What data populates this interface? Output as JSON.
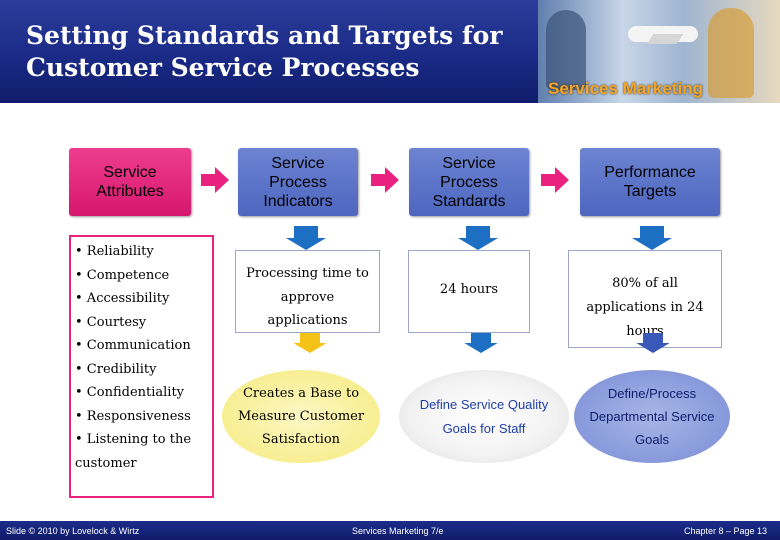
{
  "header": {
    "title_line1": "Setting Standards and Targets for",
    "title_line2": "Customer Service Processes",
    "brand": "Services Marketing"
  },
  "columns": {
    "attributes": {
      "label_line1": "Service",
      "label_line2": "Attributes"
    },
    "indicators": {
      "label_line1": "Service",
      "label_line2": "Process",
      "label_line3": "Indicators"
    },
    "standards": {
      "label_line1": "Service",
      "label_line2": "Process",
      "label_line3": "Standards"
    },
    "targets": {
      "label_line1": "Performance",
      "label_line2": "Targets"
    }
  },
  "attributes_list": [
    "• Reliability",
    "• Competence",
    "• Accessibility",
    "• Courtesy",
    "• Communication",
    "• Credibility",
    "• Confidentiality",
    "• Responsiveness",
    "• Listening to the",
    "customer"
  ],
  "examples": {
    "indicator": {
      "line1": "Processing time to",
      "line2": "approve",
      "line3": "applications"
    },
    "standard": {
      "line1": "24 hours"
    },
    "target": {
      "line1": "80% of all",
      "line2": "applications in 24",
      "line3": "hours"
    }
  },
  "outcomes": {
    "base": {
      "line1": "Creates a Base to",
      "line2": "Measure Customer",
      "line3": "Satisfaction"
    },
    "quality": {
      "line1": "Define Service Quality",
      "line2": "Goals for Staff"
    },
    "departmental": {
      "line1": "Define/Process",
      "line2": "Departmental Service",
      "line3": "Goals"
    }
  },
  "footer": {
    "left": "Slide © 2010 by Lovelock & Wirtz",
    "center": "Services Marketing 7/e",
    "right": "Chapter 8 – Page 13"
  },
  "colors": {
    "header_bg": "#1a2a86",
    "attribute_box": "#e8227e",
    "process_box": "#5a72c8",
    "arrow_pink": "#e8227e",
    "arrow_blue": "#1d6fc4",
    "arrow_yellow": "#f5c218",
    "brand_orange": "#f3a52b"
  }
}
